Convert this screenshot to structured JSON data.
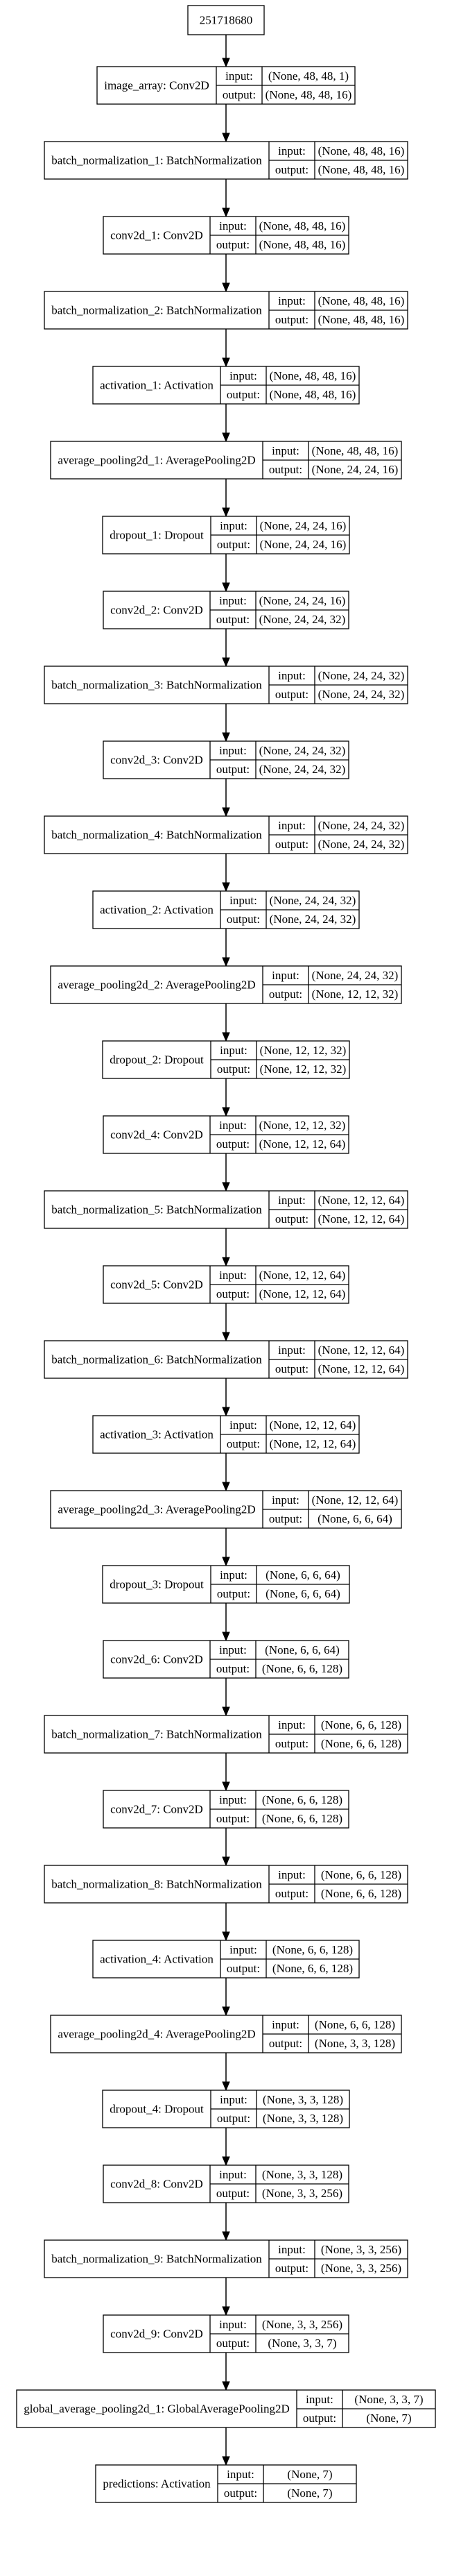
{
  "root": {
    "label": "251718680"
  },
  "io_labels": {
    "input": "input:",
    "output": "output:"
  },
  "layers": [
    {
      "label": "image_array: Conv2D",
      "input": "(None, 48, 48, 1)",
      "output": "(None, 48, 48, 16)"
    },
    {
      "label": "batch_normalization_1: BatchNormalization",
      "input": "(None, 48, 48, 16)",
      "output": "(None, 48, 48, 16)"
    },
    {
      "label": "conv2d_1: Conv2D",
      "input": "(None, 48, 48, 16)",
      "output": "(None, 48, 48, 16)"
    },
    {
      "label": "batch_normalization_2: BatchNormalization",
      "input": "(None, 48, 48, 16)",
      "output": "(None, 48, 48, 16)"
    },
    {
      "label": "activation_1: Activation",
      "input": "(None, 48, 48, 16)",
      "output": "(None, 48, 48, 16)"
    },
    {
      "label": "average_pooling2d_1: AveragePooling2D",
      "input": "(None, 48, 48, 16)",
      "output": "(None, 24, 24, 16)"
    },
    {
      "label": "dropout_1: Dropout",
      "input": "(None, 24, 24, 16)",
      "output": "(None, 24, 24, 16)"
    },
    {
      "label": "conv2d_2: Conv2D",
      "input": "(None, 24, 24, 16)",
      "output": "(None, 24, 24, 32)"
    },
    {
      "label": "batch_normalization_3: BatchNormalization",
      "input": "(None, 24, 24, 32)",
      "output": "(None, 24, 24, 32)"
    },
    {
      "label": "conv2d_3: Conv2D",
      "input": "(None, 24, 24, 32)",
      "output": "(None, 24, 24, 32)"
    },
    {
      "label": "batch_normalization_4: BatchNormalization",
      "input": "(None, 24, 24, 32)",
      "output": "(None, 24, 24, 32)"
    },
    {
      "label": "activation_2: Activation",
      "input": "(None, 24, 24, 32)",
      "output": "(None, 24, 24, 32)"
    },
    {
      "label": "average_pooling2d_2: AveragePooling2D",
      "input": "(None, 24, 24, 32)",
      "output": "(None, 12, 12, 32)"
    },
    {
      "label": "dropout_2: Dropout",
      "input": "(None, 12, 12, 32)",
      "output": "(None, 12, 12, 32)"
    },
    {
      "label": "conv2d_4: Conv2D",
      "input": "(None, 12, 12, 32)",
      "output": "(None, 12, 12, 64)"
    },
    {
      "label": "batch_normalization_5: BatchNormalization",
      "input": "(None, 12, 12, 64)",
      "output": "(None, 12, 12, 64)"
    },
    {
      "label": "conv2d_5: Conv2D",
      "input": "(None, 12, 12, 64)",
      "output": "(None, 12, 12, 64)"
    },
    {
      "label": "batch_normalization_6: BatchNormalization",
      "input": "(None, 12, 12, 64)",
      "output": "(None, 12, 12, 64)"
    },
    {
      "label": "activation_3: Activation",
      "input": "(None, 12, 12, 64)",
      "output": "(None, 12, 12, 64)"
    },
    {
      "label": "average_pooling2d_3: AveragePooling2D",
      "input": "(None, 12, 12, 64)",
      "output": "(None, 6, 6, 64)"
    },
    {
      "label": "dropout_3: Dropout",
      "input": "(None, 6, 6, 64)",
      "output": "(None, 6, 6, 64)"
    },
    {
      "label": "conv2d_6: Conv2D",
      "input": "(None, 6, 6, 64)",
      "output": "(None, 6, 6, 128)"
    },
    {
      "label": "batch_normalization_7: BatchNormalization",
      "input": "(None, 6, 6, 128)",
      "output": "(None, 6, 6, 128)"
    },
    {
      "label": "conv2d_7: Conv2D",
      "input": "(None, 6, 6, 128)",
      "output": "(None, 6, 6, 128)"
    },
    {
      "label": "batch_normalization_8: BatchNormalization",
      "input": "(None, 6, 6, 128)",
      "output": "(None, 6, 6, 128)"
    },
    {
      "label": "activation_4: Activation",
      "input": "(None, 6, 6, 128)",
      "output": "(None, 6, 6, 128)"
    },
    {
      "label": "average_pooling2d_4: AveragePooling2D",
      "input": "(None, 6, 6, 128)",
      "output": "(None, 3, 3, 128)"
    },
    {
      "label": "dropout_4: Dropout",
      "input": "(None, 3, 3, 128)",
      "output": "(None, 3, 3, 128)"
    },
    {
      "label": "conv2d_8: Conv2D",
      "input": "(None, 3, 3, 128)",
      "output": "(None, 3, 3, 256)"
    },
    {
      "label": "batch_normalization_9: BatchNormalization",
      "input": "(None, 3, 3, 256)",
      "output": "(None, 3, 3, 256)"
    },
    {
      "label": "conv2d_9: Conv2D",
      "input": "(None, 3, 3, 256)",
      "output": "(None, 3, 3, 7)"
    },
    {
      "label": "global_average_pooling2d_1: GlobalAveragePooling2D",
      "input": "(None, 3, 3, 7)",
      "output": "(None, 7)"
    },
    {
      "label": "predictions: Activation",
      "input": "(None, 7)",
      "output": "(None, 7)"
    }
  ]
}
